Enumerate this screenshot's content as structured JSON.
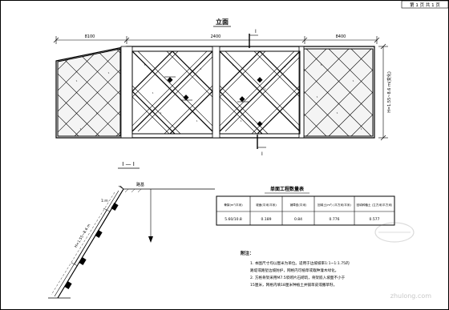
{
  "sheet": {
    "page_label": "第 1 页 共 1 页"
  },
  "elevation": {
    "title": "立面",
    "dim_left": "8100",
    "dim_middle": "2400",
    "dim_right": "8400",
    "vertical_dim": "H=1.55~8.6 m(变化)",
    "section_mark": "I"
  },
  "section": {
    "title": "I — I",
    "label_top": "路基",
    "slope_label": "H=1.55~8.6 m",
    "slope_ratio": "1:m"
  },
  "quantity_table": {
    "title": "单面工程数量表",
    "headers": [
      "骨架(m³/平米)",
      "坡面(平米/平米)",
      "铺草皮(平米)",
      "回填土(m³)\n(平方米/平米)",
      "回填种植土\n(立方米/平方米)"
    ],
    "row": [
      "5.60/10.8",
      "0.189",
      "0.84",
      "0.776",
      "0.577"
    ]
  },
  "notes": {
    "heading": "附注：",
    "items": [
      "1. 本图尺寸均以厘米为单位。适用于边坡坡率1:1~1:1.75的",
      "路堤或路堑边坡防护，网格内可植草或栽种灌木绿化。",
      "2. 方格骨架采用M7.5浆砌片石砌筑，骨架嵌入坡面不小于",
      "15厘米，网格内填18厘米种植土并铺草皮或撒草籽。"
    ]
  },
  "watermark": {
    "text": "zhulong.com"
  }
}
